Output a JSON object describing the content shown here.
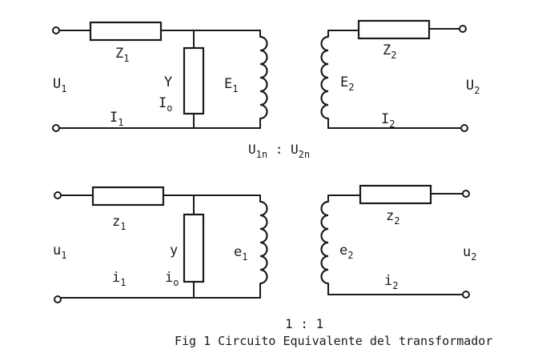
{
  "figure": {
    "caption": "Fig 1 Circuito Equivalente del transformador",
    "top": {
      "Z1": [
        "Z",
        "1"
      ],
      "Y": [
        "Y",
        ""
      ],
      "Io": [
        "I",
        "o"
      ],
      "E1": [
        "E",
        "1"
      ],
      "U1": [
        "U",
        "1"
      ],
      "I1": [
        "I",
        "1"
      ],
      "E2": [
        "E",
        "2"
      ],
      "Z2": [
        "Z",
        "2"
      ],
      "U2": [
        "U",
        "2"
      ],
      "I2": [
        "I",
        "2"
      ],
      "ratio": {
        "a": [
          "U",
          "1n"
        ],
        "sep": ":",
        "b": [
          "U",
          "2n"
        ]
      }
    },
    "bottom": {
      "z1": [
        "z",
        "1"
      ],
      "y": [
        "y",
        ""
      ],
      "io": [
        "i",
        "o"
      ],
      "e1": [
        "e",
        "1"
      ],
      "u1": [
        "u",
        "1"
      ],
      "i1": [
        "i",
        "1"
      ],
      "e2": [
        "e",
        "2"
      ],
      "z2": [
        "z",
        "2"
      ],
      "u2": [
        "u",
        "2"
      ],
      "i2": [
        "i",
        "2"
      ],
      "ratio": "1 : 1"
    }
  }
}
